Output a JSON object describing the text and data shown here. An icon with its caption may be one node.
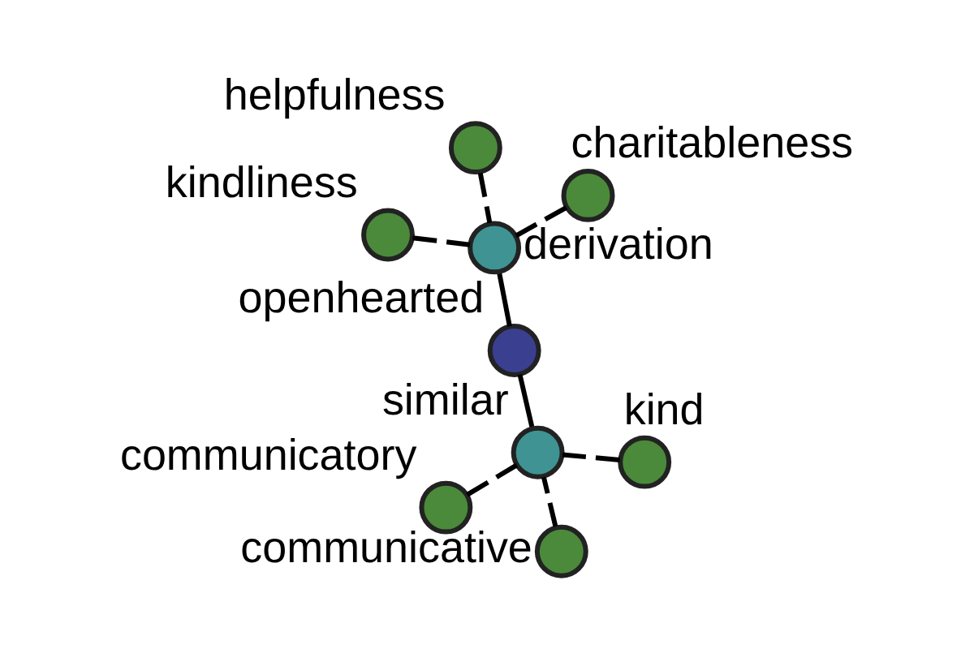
{
  "diagram": {
    "nodes": [
      {
        "text": [
          "openhearted"
        ]
      },
      {
        "text": [
          "derivation"
        ]
      },
      {
        "text": [
          "similar"
        ]
      },
      {
        "text": [
          "helpfulness"
        ]
      },
      {
        "text": [
          "charitableness"
        ]
      },
      {
        "text": [
          "kindliness"
        ]
      },
      {
        "text": [
          "communicatory"
        ]
      },
      {
        "text": [
          "communicative"
        ]
      },
      {
        "text": [
          "kind"
        ]
      }
    ],
    "edges": [
      {
        "from": 1,
        "to": 0,
        "arrow": "none"
      },
      {
        "from": 2,
        "to": 0,
        "arrow": "none"
      },
      {
        "from": 3,
        "to": 1,
        "arrow": "none",
        "style": "dashed"
      },
      {
        "from": 4,
        "to": 1,
        "arrow": "none",
        "style": "dashed"
      },
      {
        "from": 5,
        "to": 1,
        "arrow": "none",
        "style": "dashed"
      },
      {
        "from": 6,
        "to": 2,
        "arrow": "none",
        "style": "dashed"
      },
      {
        "from": 7,
        "to": 2,
        "arrow": "none",
        "style": "dashed"
      },
      {
        "from": 8,
        "to": 2,
        "arrow": "none",
        "style": "dashed"
      }
    ]
  }
}
